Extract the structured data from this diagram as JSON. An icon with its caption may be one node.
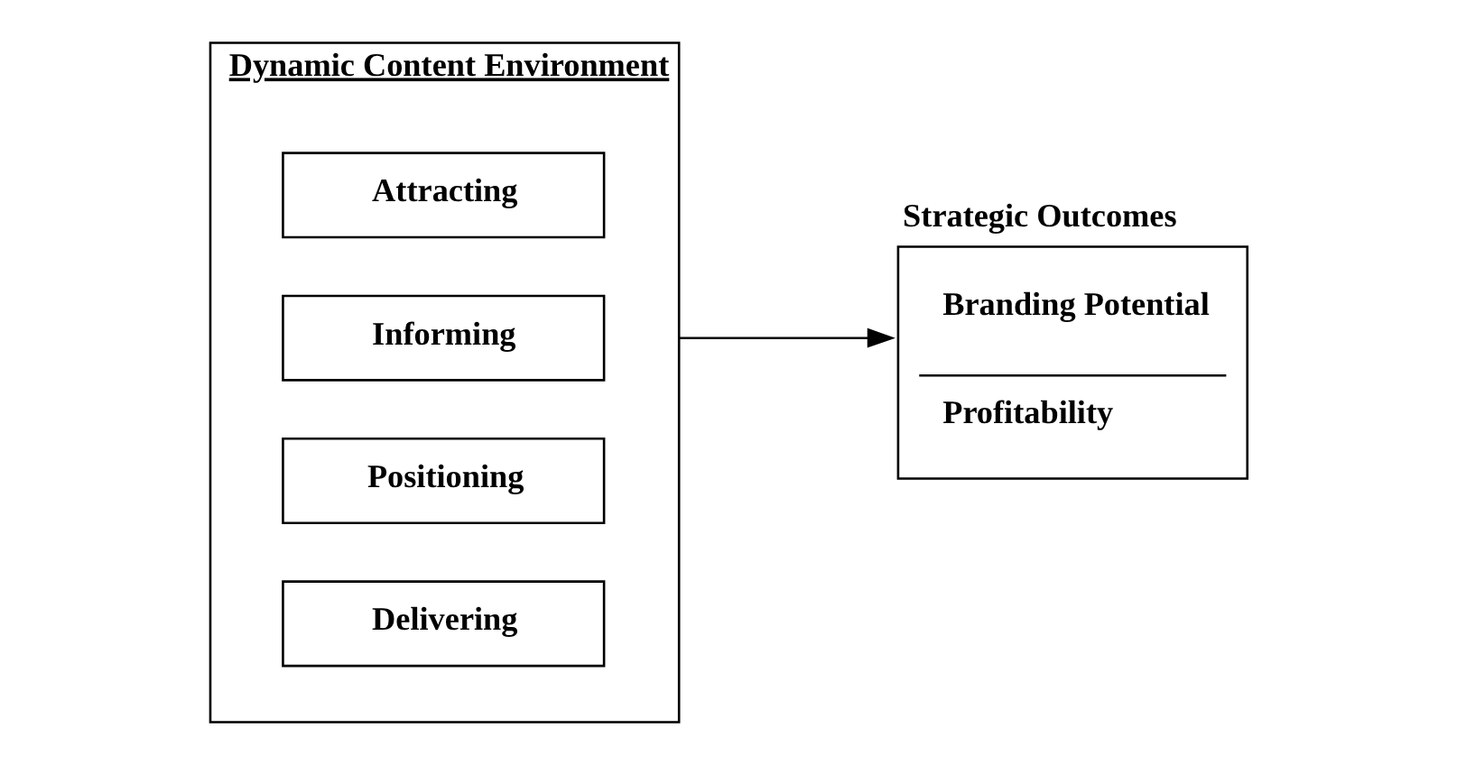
{
  "diagram": {
    "nodes": [
      {
        "text": [
          "Dynamic Content Environment"
        ]
      },
      {
        "text": [
          "Attracting"
        ],
        "in": 0
      },
      {
        "text": [
          "Informing"
        ],
        "in": 0
      },
      {
        "text": [
          "Positioning"
        ],
        "in": 0
      },
      {
        "text": [
          "Delivering"
        ],
        "in": 0
      },
      {
        "text": [
          "Strategic Outcomes",
          "Branding Potential",
          "Profitability"
        ]
      }
    ],
    "edges": [
      {
        "from": 0,
        "to": 5,
        "arrow": "to"
      }
    ]
  }
}
